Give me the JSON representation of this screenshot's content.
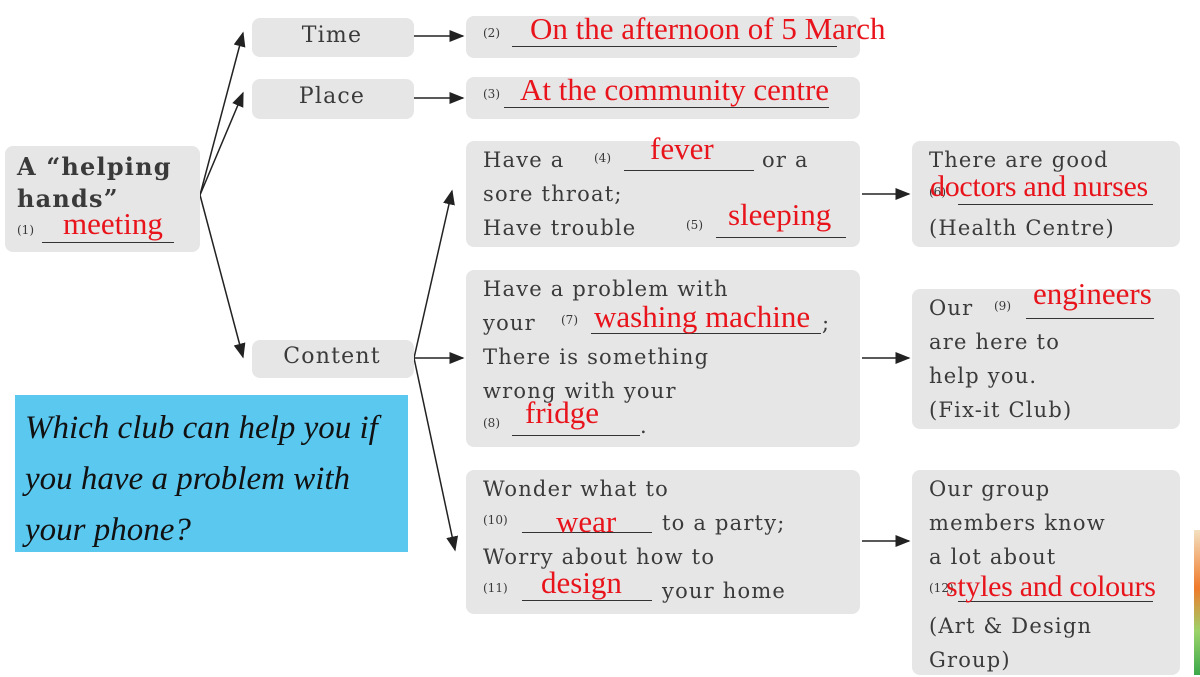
{
  "center": {
    "line1": "A “helping",
    "line2": "hands”",
    "num": "(1)",
    "answer": "meeting"
  },
  "categories": {
    "time": "Time",
    "place": "Place",
    "content": "Content"
  },
  "time_row": {
    "num": "(2)",
    "answer": "On the afternoon of 5 March"
  },
  "place_row": {
    "num": "(3)",
    "answer": "At the community centre"
  },
  "health": {
    "line1_pre": "Have a",
    "num4": "(4)",
    "line1_post": "or a",
    "answer4": "fever",
    "line2": "sore throat;",
    "line3_pre": "Have trouble",
    "num5": "(5)",
    "answer5": "sleeping"
  },
  "health_club": {
    "line1": "There are good",
    "num6": "(6)",
    "answer6": "doctors and nurses",
    "line3": "(Health Centre)"
  },
  "fixit": {
    "line1": "Have a problem with",
    "line2_pre": "your",
    "num7": "(7)",
    "answer7": "washing machine",
    "line2_post": ";",
    "line3": "There is something",
    "line4": "wrong with your",
    "num8": "(8)",
    "answer8": "fridge",
    "line5_post": "."
  },
  "fixit_club": {
    "line1_pre": "Our",
    "num9": "(9)",
    "answer9": "engineers",
    "line2": "are here to",
    "line3": "help you.",
    "line4": "(Fix-it Club)"
  },
  "design": {
    "line1": "Wonder what to",
    "num10": "(10)",
    "answer10": "wear",
    "line2_post": "to a party;",
    "line3": "Worry about how to",
    "num11": "(11)",
    "answer11": "design",
    "line4_post": "your home"
  },
  "design_club": {
    "line1": "Our group",
    "line2": "members know",
    "line3": "a lot about",
    "num12": "(12)",
    "answer12": "styles and colours",
    "line5": "(Art & Design",
    "line6": "Group)"
  },
  "question": "Which club can help you if you have a problem with your phone?",
  "colors": {
    "box": "#e6e6e6",
    "answer": "#e8131b",
    "question_bg": "#5bc8f0"
  }
}
